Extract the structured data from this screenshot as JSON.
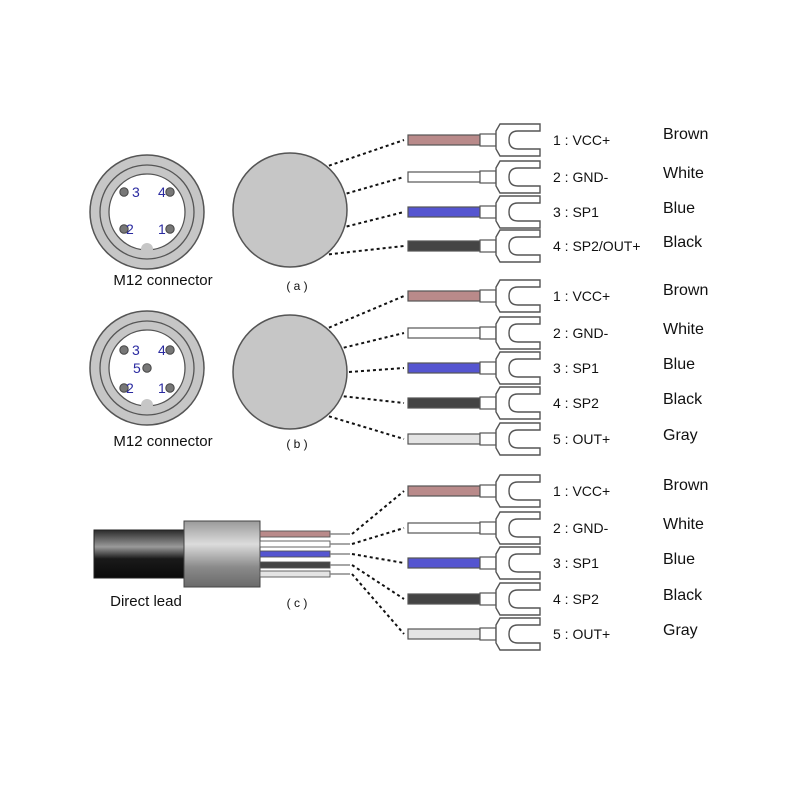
{
  "colors": {
    "Brown": "#b98a8a",
    "White": "#ffffff",
    "Blue": "#5555d0",
    "Black": "#444444",
    "Gray": "#e4e4e4",
    "connector_fill": "#c6c6c6",
    "outline": "#555555",
    "pin_number": "#2a2aa0"
  },
  "panels": [
    {
      "id": "a",
      "caption": "( a )",
      "source_type": "m12",
      "source_label": "M12 connector",
      "pins": [
        {
          "num": "3",
          "dot": true
        },
        {
          "num": "4",
          "dot": true
        },
        {
          "num": "2",
          "dot": true
        },
        {
          "num": "1",
          "dot": true
        }
      ],
      "wires": [
        {
          "label": "1 : VCC+",
          "color_name": "Brown",
          "color": "#b98a8a"
        },
        {
          "label": "2 : GND-",
          "color_name": "White",
          "color": "#ffffff"
        },
        {
          "label": "3 : SP1",
          "color_name": "Blue",
          "color": "#5555d0"
        },
        {
          "label": "4 : SP2/OUT+",
          "color_name": "Black",
          "color": "#444444"
        }
      ]
    },
    {
      "id": "b",
      "caption": "( b )",
      "source_type": "m12",
      "source_label": "M12 connector",
      "pins": [
        {
          "num": "3",
          "dot": true
        },
        {
          "num": "4",
          "dot": true
        },
        {
          "num": "5",
          "dot": true
        },
        {
          "num": "2",
          "dot": true
        },
        {
          "num": "1",
          "dot": true
        }
      ],
      "wires": [
        {
          "label": "1 : VCC+",
          "color_name": "Brown",
          "color": "#b98a8a"
        },
        {
          "label": "2 : GND-",
          "color_name": "White",
          "color": "#ffffff"
        },
        {
          "label": "3 : SP1",
          "color_name": "Blue",
          "color": "#5555d0"
        },
        {
          "label": "4 : SP2",
          "color_name": "Black",
          "color": "#444444"
        },
        {
          "label": "5 : OUT+",
          "color_name": "Gray",
          "color": "#e4e4e4"
        }
      ]
    },
    {
      "id": "c",
      "caption": "( c )",
      "source_type": "cable",
      "source_label": "Direct lead",
      "wires": [
        {
          "label": "1 : VCC+",
          "color_name": "Brown",
          "color": "#b98a8a"
        },
        {
          "label": "2 : GND-",
          "color_name": "White",
          "color": "#ffffff"
        },
        {
          "label": "3 : SP1",
          "color_name": "Blue",
          "color": "#5555d0"
        },
        {
          "label": "4 : SP2",
          "color_name": "Black",
          "color": "#444444"
        },
        {
          "label": "5 : OUT+",
          "color_name": "Gray",
          "color": "#e4e4e4"
        }
      ]
    }
  ]
}
